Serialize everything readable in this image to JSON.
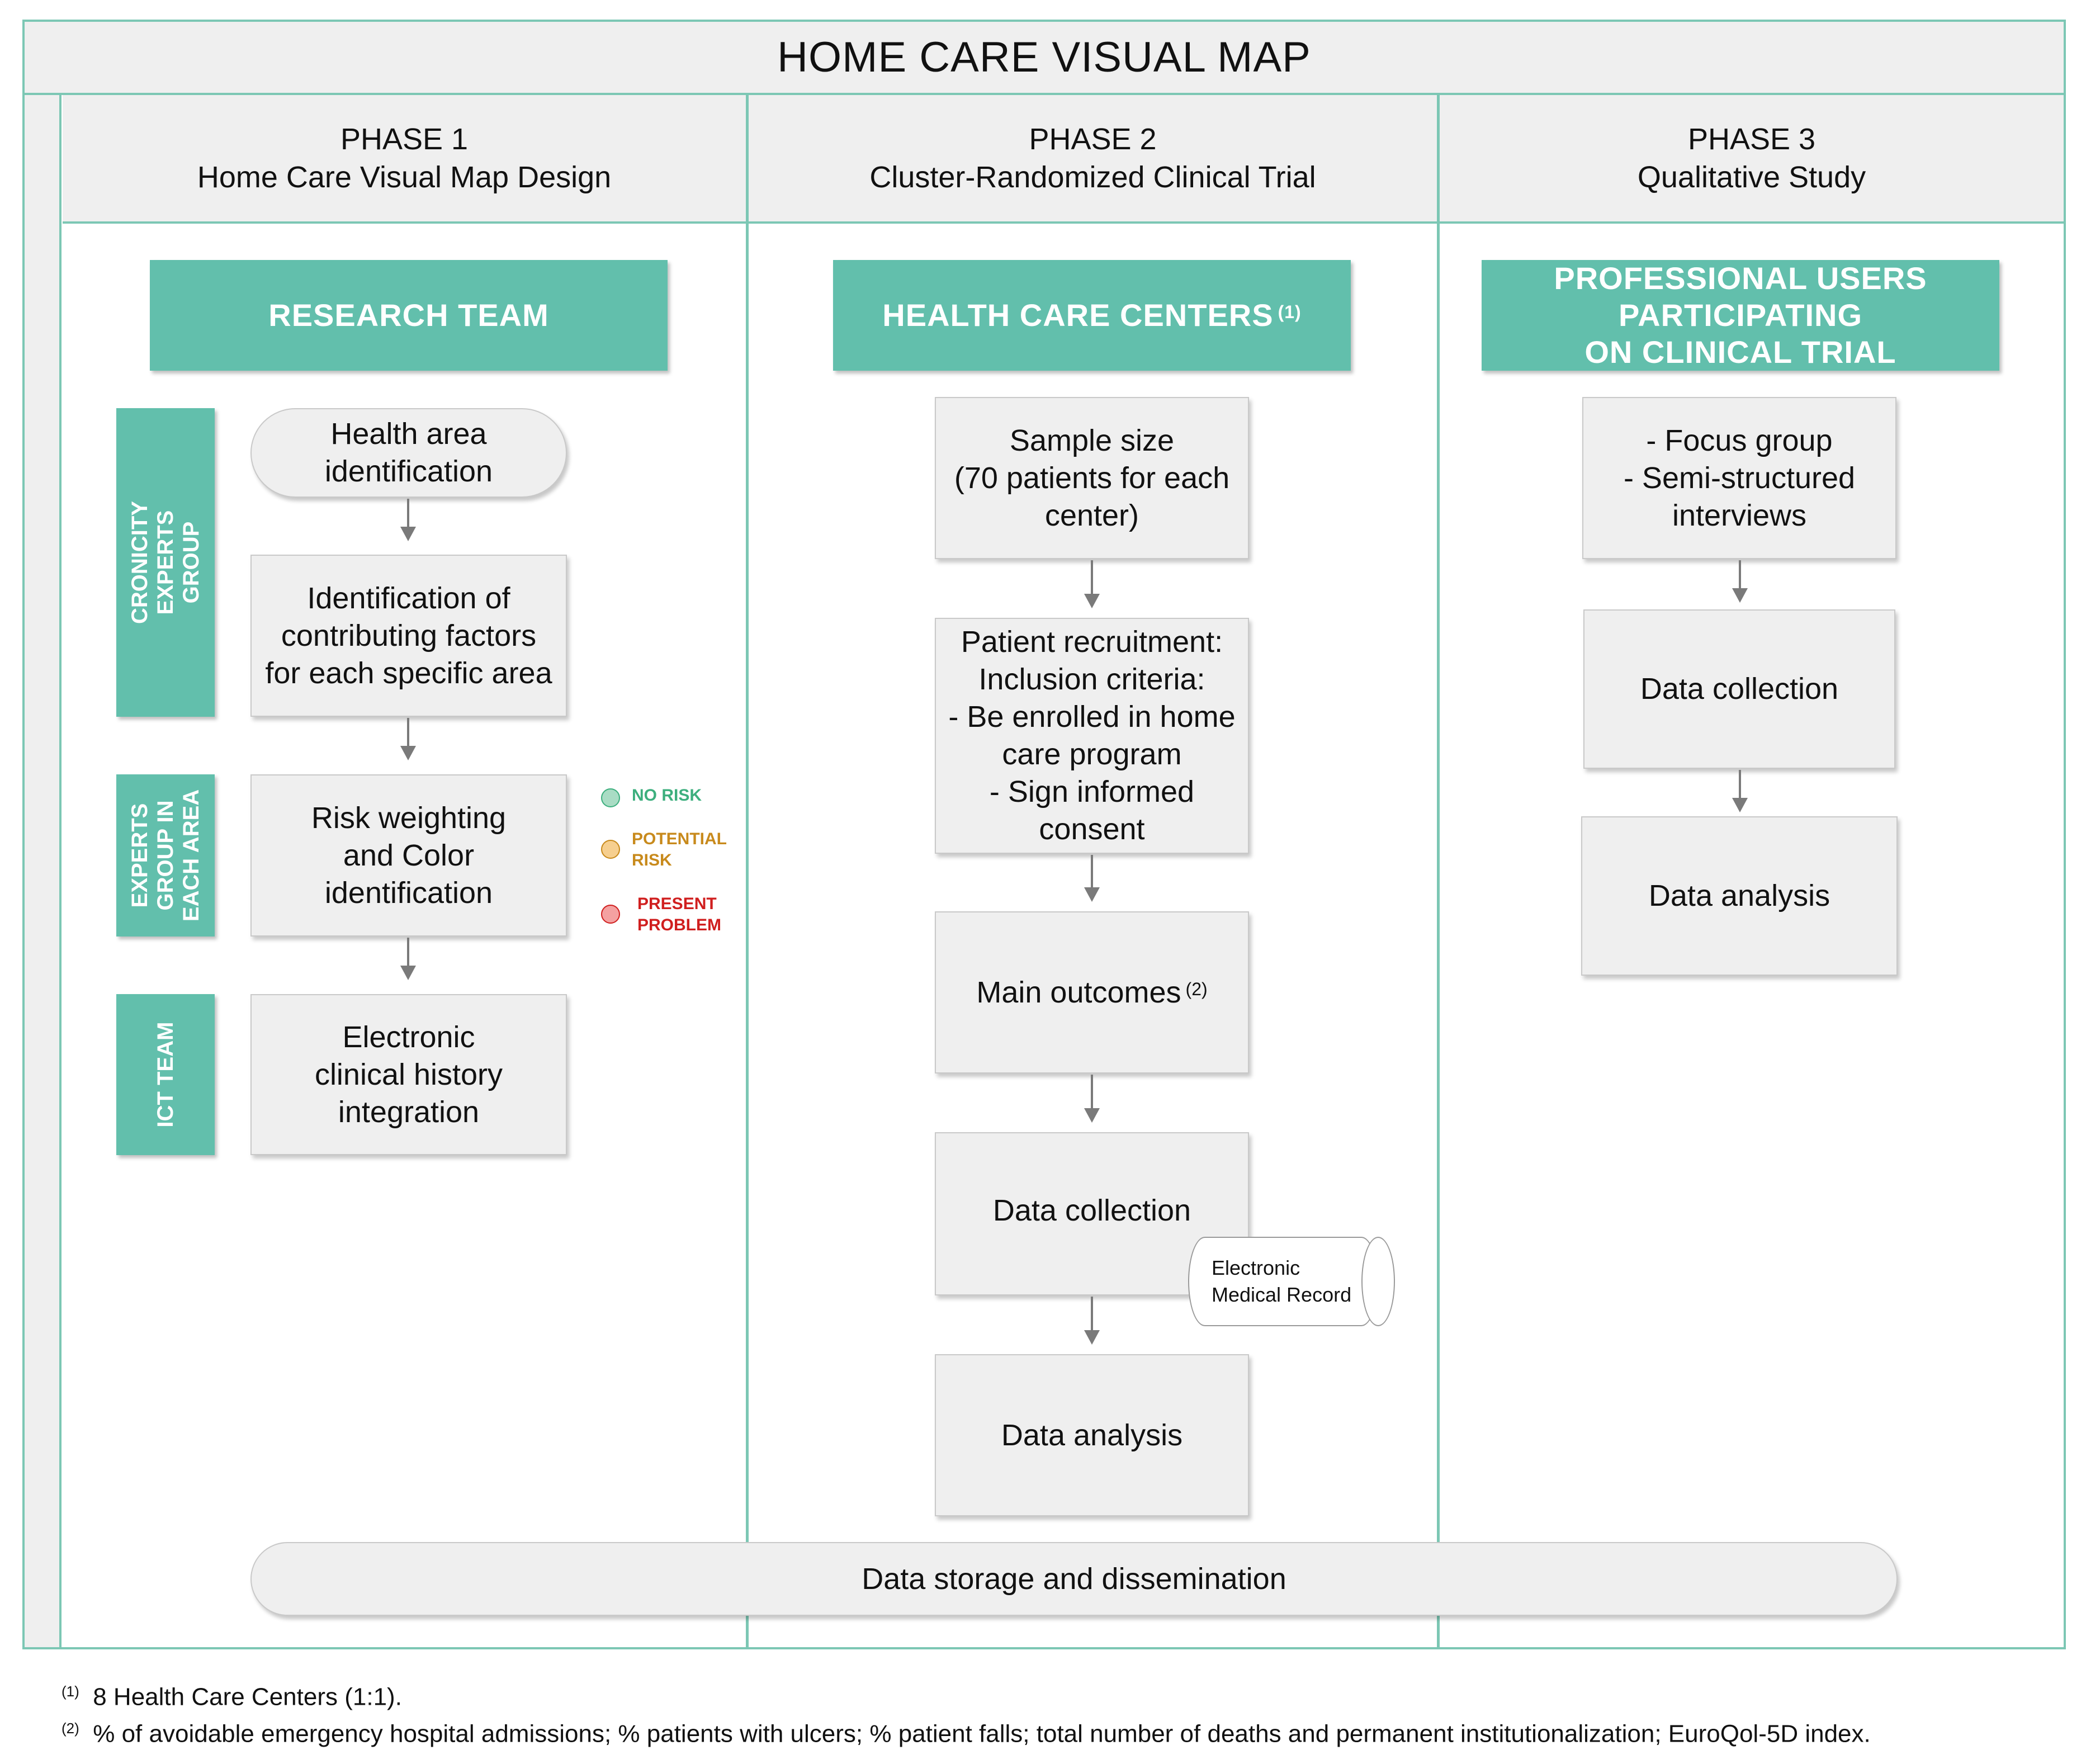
{
  "title": "HOME CARE VISUAL MAP",
  "phases": [
    {
      "line1": "PHASE 1",
      "line2": "Home Care Visual Map Design"
    },
    {
      "line1": "PHASE 2",
      "line2": "Cluster-Randomized Clinical Trial"
    },
    {
      "line1": "PHASE 3",
      "line2": "Qualitative Study"
    }
  ],
  "phase1": {
    "header": "RESEARCH TEAM",
    "tags": [
      "CRONICITY\nEXPERTS\nGROUP",
      "EXPERTS\nGROUP IN\nEACH AREA",
      "ICT TEAM"
    ],
    "steps": [
      "Health area\nidentification",
      "Identification of\ncontributing factors\nfor each specific area",
      "Risk weighting\nand Color\nidentification",
      "Electronic\nclinical history\nintegration"
    ],
    "legend": [
      {
        "label": "NO RISK",
        "color": "#3daf7e",
        "fill": "#a9dcc4"
      },
      {
        "label": "POTENTIAL\nRISK",
        "color": "#c88a1c",
        "fill": "#f6cf8f"
      },
      {
        "label": "PRESENT\nPROBLEM",
        "color": "#d01f1f",
        "fill": "#f4a1a1"
      }
    ]
  },
  "phase2": {
    "header": "HEALTH CARE CENTERS",
    "header_sup": "(1)",
    "steps": [
      "Sample size\n(70 patients for each\ncenter)",
      "Patient recruitment:\nInclusion criteria:\n- Be enrolled in home\ncare program\n- Sign informed\nconsent",
      "Main outcomes",
      "Data collection",
      "Data analysis"
    ],
    "main_outcomes_sup": "(2)",
    "emr": "Electronic\nMedical Record"
  },
  "phase3": {
    "header": "PROFESSIONAL USERS\nPARTICIPATING\nON CLINICAL TRIAL",
    "steps": [
      "- Focus group\n- Semi-structured\ninterviews",
      "Data collection",
      "Data analysis"
    ]
  },
  "bottom": "Data storage and dissemination",
  "footnotes": [
    {
      "mark": "(1)",
      "text": "8 Health Care Centers (1:1)."
    },
    {
      "mark": "(2)",
      "text": "% of avoidable emergency hospital admissions; % patients with ulcers; % patient falls; total number of deaths and permanent institutionalization; EuroQol-5D index."
    }
  ],
  "colors": {
    "accent": "#62bfac",
    "border": "#7cc7b4",
    "box": "#efefef"
  }
}
